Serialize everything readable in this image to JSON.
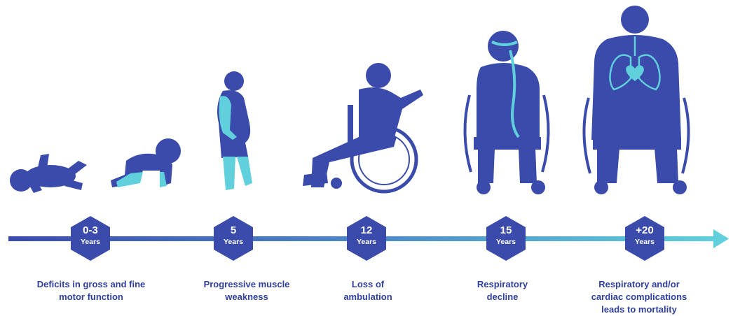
{
  "colors": {
    "navy": "#3a4bab",
    "teal": "#5fd0dc",
    "text": "#2e3f9e"
  },
  "milestones": [
    {
      "number": "0-3",
      "unit": "Years",
      "caption": [
        "Deficits in gross and fine",
        "motor function"
      ]
    },
    {
      "number": "5",
      "unit": "Years",
      "caption": [
        "Progressive muscle",
        "weakness"
      ]
    },
    {
      "number": "12",
      "unit": "Years",
      "caption": [
        "Loss of",
        "ambulation"
      ]
    },
    {
      "number": "15",
      "unit": "Years",
      "caption": [
        "Respiratory",
        "decline"
      ]
    },
    {
      "number": "+20",
      "unit": "Years",
      "caption": [
        "Respiratory and/or",
        "cardiac complications",
        "leads to mortality"
      ]
    }
  ]
}
